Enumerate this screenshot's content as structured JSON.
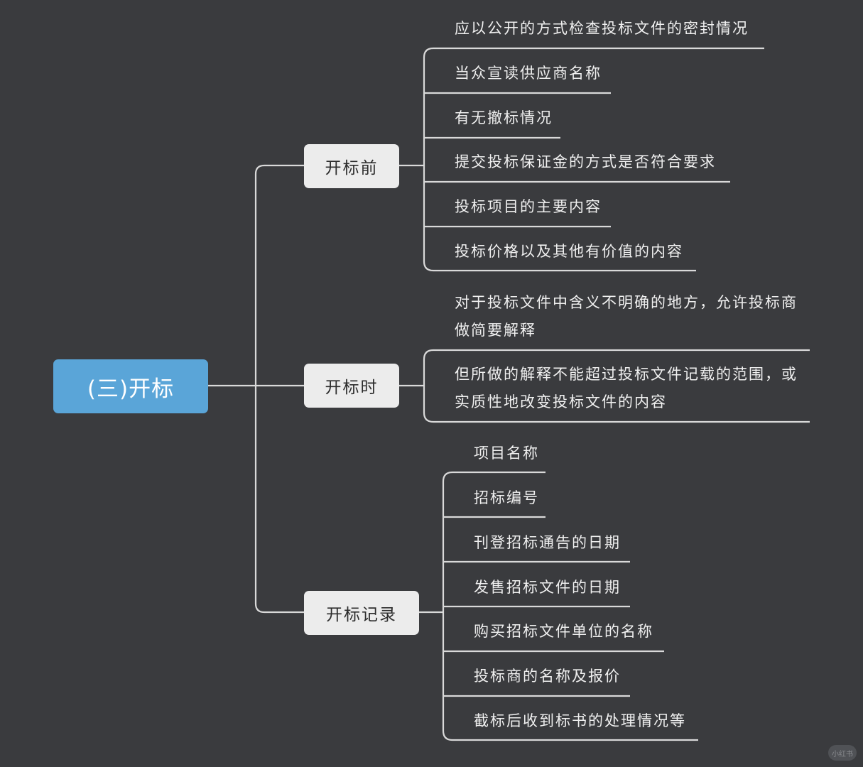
{
  "root": {
    "label": "(三)开标"
  },
  "branches": [
    {
      "label": "开标前",
      "leaves": [
        "应以公开的方式检查投标文件的密封情况",
        "当众宣读供应商名称",
        "有无撤标情况",
        "提交投标保证金的方式是否符合要求",
        "投标项目的主要内容",
        "投标价格以及其他有价值的内容"
      ]
    },
    {
      "label": "开标时",
      "leaves": [
        [
          "对于投标文件中含义不明确的地方，允许投标商",
          "做简要解释"
        ],
        [
          "但所做的解释不能超过投标文件记载的范围，或",
          "实质性地改变投标文件的内容"
        ]
      ]
    },
    {
      "label": "开标记录",
      "leaves": [
        "项目名称",
        "招标编号",
        "刊登招标通告的日期",
        "发售招标文件的日期",
        "购买招标文件单位的名称",
        "投标商的名称及报价",
        "截标后收到标书的处理情况等"
      ]
    }
  ],
  "watermark": "小红书"
}
